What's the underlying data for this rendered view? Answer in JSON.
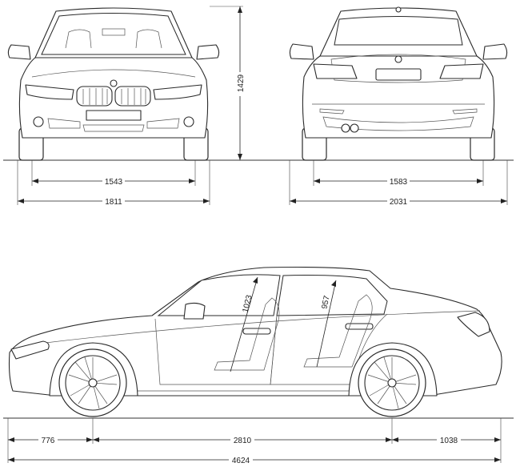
{
  "dimensions": {
    "overall_height": "1429",
    "front_track": "1543",
    "width_without_mirrors": "1811",
    "rear_track": "1583",
    "width_with_mirrors": "2031",
    "front_headroom": "1023",
    "rear_headroom": "957",
    "front_overhang": "776",
    "wheelbase": "2810",
    "rear_overhang": "1038",
    "overall_length": "4624"
  },
  "colors": {
    "line": "#2a2a2a",
    "background": "#ffffff"
  }
}
